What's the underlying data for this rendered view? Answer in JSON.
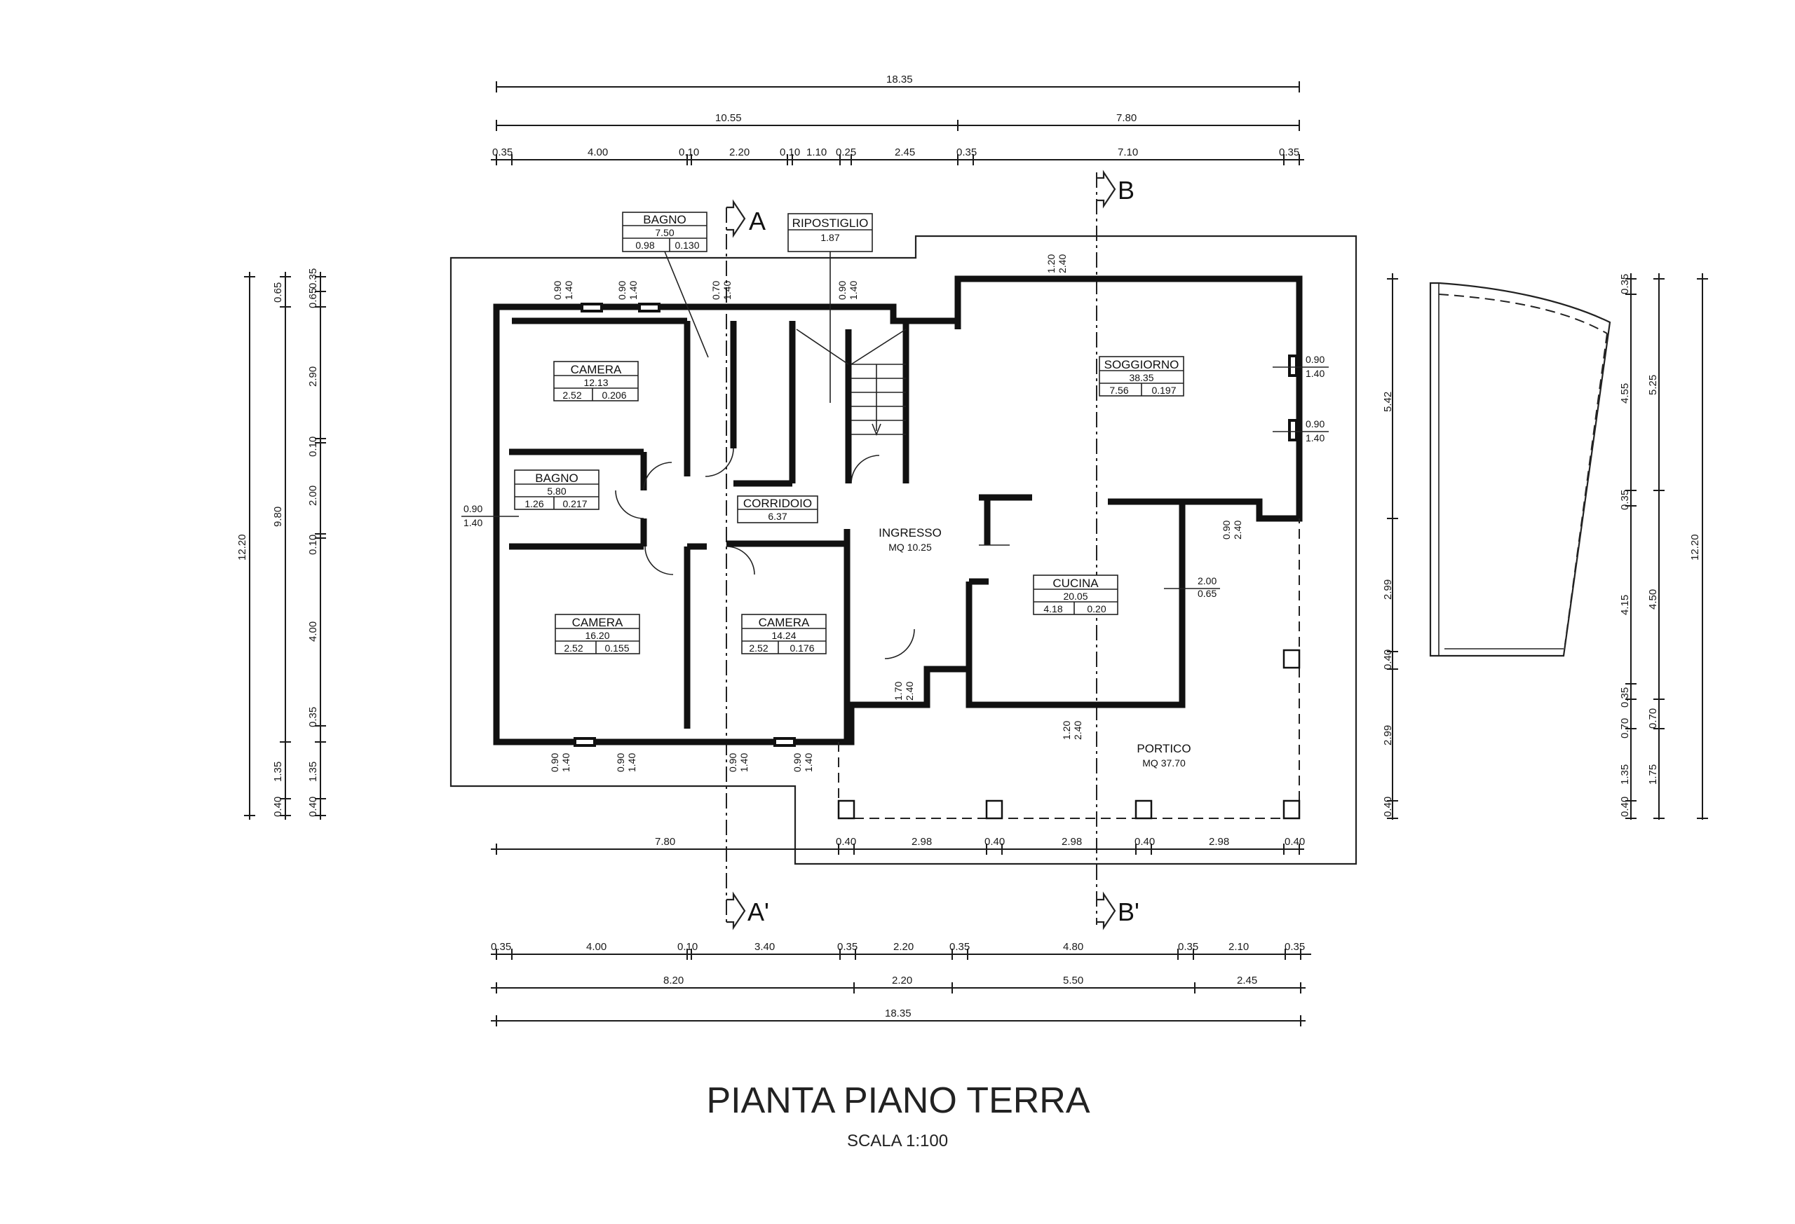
{
  "drawing": {
    "title": "PIANTA PIANO TERRA",
    "scale": "SCALA 1:100"
  },
  "dimensions": {
    "top_total": "18.35",
    "top_split": [
      "10.55",
      "7.80"
    ],
    "top_detail": [
      "0.35",
      "4.00",
      "0.10",
      "2.20",
      "0.10",
      "1.10",
      "0.25",
      "2.45",
      "0.35",
      "7.10",
      "0.35"
    ],
    "bottom_porch": [
      "7.80",
      "0.40",
      "2.98",
      "0.40",
      "2.98",
      "0.40",
      "2.98",
      "0.40"
    ],
    "bottom_detail": [
      "0.35",
      "4.00",
      "0.10",
      "3.40",
      "0.35",
      "2.20",
      "0.35",
      "4.80",
      "0.35",
      "2.10",
      "0.35"
    ],
    "bottom_split": [
      "8.20",
      "2.20",
      "5.50",
      "2.45"
    ],
    "bottom_total": "18.35",
    "left_total": "12.20",
    "left_inner": "9.80",
    "left_outer": [
      "0.65",
      "1.35",
      "0.40"
    ],
    "left_detail": [
      "0.35",
      "0.65",
      "2.90",
      "0.10",
      "2.00",
      "0.10",
      "4.00",
      "0.35",
      "1.35",
      "0.40"
    ],
    "right_inner": [
      "5.42",
      "2.99",
      "0.40",
      "2.99",
      "0.40"
    ],
    "right_detail": [
      "0.35",
      "4.55",
      "0.35",
      "4.15",
      "0.35",
      "0.70",
      "1.35",
      "0.40"
    ],
    "right_mid": [
      "5.25",
      "4.50",
      "0.70",
      "1.75"
    ],
    "right_total": "12.20"
  },
  "sections": {
    "a": "A",
    "a_prime": "A'",
    "b": "B",
    "b_prime": "B'"
  },
  "rooms": [
    {
      "name": "BAGNO",
      "area": "7.50",
      "ratio_a": "0.98",
      "ratio_b": "0.130"
    },
    {
      "name": "RIPOSTIGLIO",
      "area": "1.87"
    },
    {
      "name": "CAMERA",
      "area": "12.13",
      "ratio_a": "2.52",
      "ratio_b": "0.206"
    },
    {
      "name": "BAGNO",
      "area": "5.80",
      "ratio_a": "1.26",
      "ratio_b": "0.217"
    },
    {
      "name": "CORRIDOIO",
      "area": "6.37"
    },
    {
      "name": "CAMERA",
      "area": "16.20",
      "ratio_a": "2.52",
      "ratio_b": "0.155"
    },
    {
      "name": "CAMERA",
      "area": "14.24",
      "ratio_a": "2.52",
      "ratio_b": "0.176"
    },
    {
      "name": "SOGGIORNO",
      "area": "38.35",
      "ratio_a": "7.56",
      "ratio_b": "0.197"
    },
    {
      "name": "CUCINA",
      "area": "20.05",
      "ratio_a": "4.18",
      "ratio_b": "0.20"
    }
  ],
  "open_areas": {
    "ingresso": "INGRESSO",
    "ingresso_area": "MQ 10.25",
    "portico": "PORTICO",
    "portico_area": "MQ 37.70"
  },
  "openings": {
    "w090": "0.90",
    "w140": "1.40",
    "w070": "0.70",
    "w120": "1.20",
    "w240": "2.40",
    "w200": "2.00",
    "w065": "0.65",
    "w170": "1.70"
  }
}
